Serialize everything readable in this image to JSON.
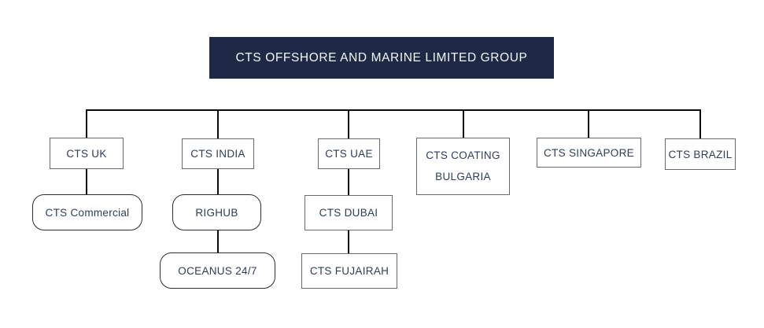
{
  "nodes": {
    "root": {
      "label": "CTS OFFSHORE AND MARINE LIMITED GROUP"
    },
    "cts_uk": {
      "label": "CTS UK"
    },
    "cts_commercial": {
      "label": "CTS Commercial"
    },
    "cts_india": {
      "label": "CTS INDIA"
    },
    "righub": {
      "label": "RIGHUB"
    },
    "oceanus": {
      "label": "OCEANUS 24/7"
    },
    "cts_uae": {
      "label": "CTS UAE"
    },
    "cts_dubai": {
      "label": "CTS DUBAI"
    },
    "cts_fujairah": {
      "label": "CTS FUJAIRAH"
    },
    "cts_coating_bulgaria": {
      "lines": [
        "CTS COATING",
        "BULGARIA"
      ]
    },
    "cts_singapore": {
      "label": "CTS SINGAPORE"
    },
    "cts_brazil": {
      "label": "CTS BRAZIL"
    }
  },
  "hierarchy": {
    "CTS OFFSHORE AND MARINE LIMITED GROUP": {
      "CTS UK": {
        "CTS Commercial": {}
      },
      "CTS INDIA": {
        "RIGHUB": {
          "OCEANUS 24/7": {}
        }
      },
      "CTS UAE": {
        "CTS DUBAI": {
          "CTS FUJAIRAH": {}
        }
      },
      "CTS COATING BULGARIA": {},
      "CTS SINGAPORE": {},
      "CTS BRAZIL": {}
    }
  },
  "colors": {
    "canvas_bg": "#ffffff",
    "root_bg": "#1e2a45",
    "root_text": "#f2f5f9",
    "node_text": "#2e3d59",
    "rect_border": "#666b72",
    "round_border": "#2a2d33",
    "line": "#0a0a0a"
  }
}
